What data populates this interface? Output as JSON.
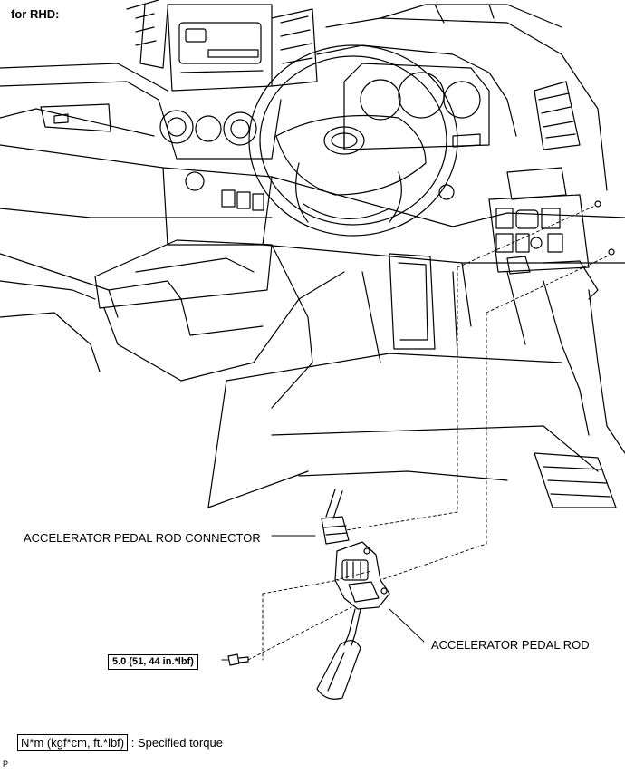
{
  "title": "for RHD:",
  "labels": {
    "connector": "ACCELERATOR PEDAL ROD CONNECTOR",
    "rod": "ACCELERATOR PEDAL ROD"
  },
  "torque": {
    "value": "5.0 (51, 44 in.*lbf)"
  },
  "legend": {
    "unit": "N*m (kgf*cm, ft.*lbf)",
    "description": ": Specified torque"
  },
  "page_mark": "P"
}
